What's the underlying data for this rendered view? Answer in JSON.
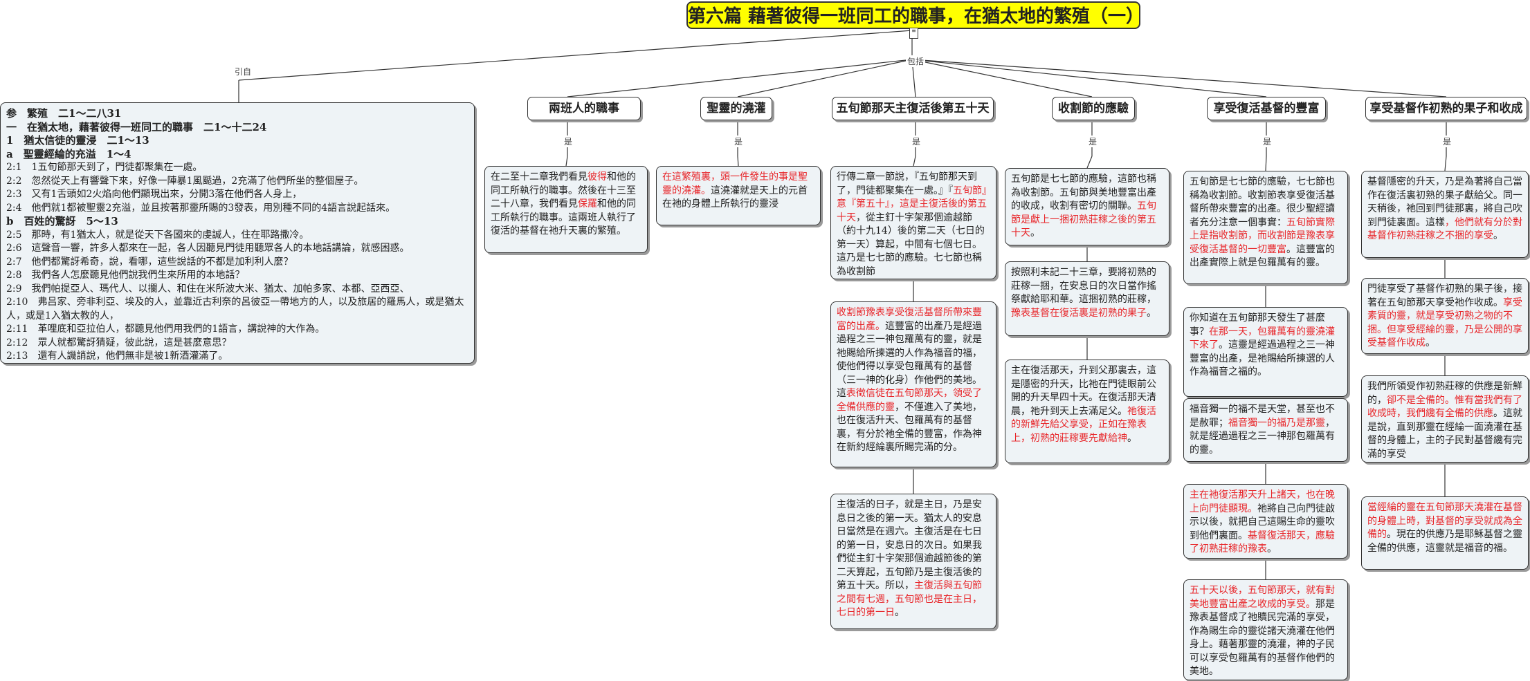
{
  "title": "第六篇 藉著彼得一班同工的職事，在猶太地的繁殖（一）",
  "edge_labels": {
    "yinzi": "引自",
    "baokuo": "包括",
    "shi": "是"
  },
  "summary": {
    "lines": [
      {
        "t": "参　繁殖　二1～二八31",
        "bold": true
      },
      {
        "t": "一　在猶太地，藉著彼得一班同工的職事　二1～十二24",
        "bold": true
      },
      {
        "t": "1　猶太信徒的靈浸　二1～13",
        "bold": true
      },
      {
        "t": "a　聖靈經綸的充溢　1～4",
        "bold": true
      },
      {
        "t": "2:1　1五旬節那天到了，門徒都聚集在一處。"
      },
      {
        "t": "2:2　忽然從天上有響聲下來，好像一陣暴1風颳過，2充滿了他們所坐的整個屋子。"
      },
      {
        "t": "2:3　又有1舌頭如2火焰向他們顯現出來，分開3落在他們各人身上，"
      },
      {
        "t": "2:4　他們就1都被聖靈2充溢，並且按著那靈所賜的3發表，用別種不同的4語言說起話來。"
      },
      {
        "t": "b　百姓的驚訝　5～13",
        "bold": true
      },
      {
        "t": "2:5　那時，有1猶太人，就是從天下各國來的虔誠人，住在耶路撒冷。"
      },
      {
        "t": "2:6　這聲音一響，許多人都來在一起，各人因聽見門徒用聽眾各人的本地話講論，就感困惑。"
      },
      {
        "t": "2:7　他們都驚訝希奇，說，看哪，這些說話的不都是加利利人麼？"
      },
      {
        "t": "2:8　我們各人怎麼聽見他們說我們生來所用的本地話？"
      },
      {
        "t": "2:9　我們帕提亞人、瑪代人、以攔人、和住在米所波大米、猶太、加帕多家、本都、亞西亞、"
      },
      {
        "t": "2:10　弗吕家、旁非利亞、埃及的人，並靠近古利奈的呂彼亞一帶地方的人，以及旅居的羅馬人，或是猶太人，或是1入猶太教的人，",
        "wrap": true
      },
      {
        "t": "2:11　革哩底和亞拉伯人，都聽見他們用我們的1語言，講說神的大作為。"
      },
      {
        "t": "2:12　眾人就都驚訝猜疑，彼此說，這是甚麼意思？"
      },
      {
        "t": "2:13　還有人譏誚說，他們無非是被1新酒灌滿了。"
      }
    ]
  },
  "branches": [
    {
      "label": "兩班人的職事",
      "cards": [
        [
          [
            "在二至十二章我們看見",
            ""
          ],
          [
            "彼得",
            "red"
          ],
          [
            "和他的同工所執行的職事。然後在十三至二十八章，我們看見",
            ""
          ],
          [
            "保羅",
            "red"
          ],
          [
            "和他的同工所執行的職事。這兩班人執行了復活的基督在祂升天裏的繁殖。",
            ""
          ]
        ]
      ]
    },
    {
      "label": "聖靈的澆灌",
      "cards": [
        [
          [
            "在這繁殖裏，頭一件發生的事是聖靈的澆灌。",
            "red"
          ],
          [
            "這澆灌就是天上的元首在祂的身體上所執行的靈浸",
            ""
          ]
        ]
      ]
    },
    {
      "label": "五旬節那天主復活後第五十天",
      "cards": [
        [
          [
            "行傳二章一節說，『五旬節那天到了，門徒都聚集在一處。』『",
            ""
          ],
          [
            "五旬節』意『第五十』，這是主復活後的第五十天",
            "red"
          ],
          [
            "，從主釘十字架那個逾越節（約十九14）後的第二天（七日的第一天）算起，中間有七個七日。這乃是七七節的應驗。七七節也稱為收割節",
            ""
          ]
        ],
        [
          [
            "收割節豫表享受復活基督所帶來豐富的出產。",
            "red"
          ],
          [
            "這豐富的出產乃是經過過程之三一神包羅萬有的靈，就是祂賜給所揀選的人作為福音的福，使他們得以享受包羅萬有的基督（三一神的化身）作他們的美地。這",
            ""
          ],
          [
            "表徵信徒在五旬節那天，領受了全備供應的靈",
            "red"
          ],
          [
            "，不僅進入了美地，也在復活升天、包羅萬有的基督裏，有分於祂全備的豐富，作為神在新約經綸裏所賜完滿的分。",
            ""
          ]
        ],
        [
          [
            "主復活的日子，就是主日，乃是安息日之後的第一天。猶太人的安息日當然是在週六。主復活是在七日的第一日，安息日的次日。如果我們從主釘十字架那個逾越節後的第二天算起，五旬節乃是主復活後的第五十天。所以，",
            ""
          ],
          [
            "主復活與五旬節之間有七週，五旬節也是在主日，七日的第一日",
            "red"
          ],
          [
            "。",
            ""
          ]
        ]
      ]
    },
    {
      "label": "收割節的應驗",
      "cards": [
        [
          [
            "五旬節是七七節的應驗，這節也稱為收割節。五旬節與美地豐富出產的收成，收割有密切的關聯。",
            ""
          ],
          [
            "五旬節是獻上一捆初熟莊稼之後的第五十天",
            "red"
          ],
          [
            "。",
            ""
          ]
        ],
        [
          [
            "按照利未記二十三章，要將初熟的莊稼一捆，在安息日的次日當作搖祭獻給耶和華。這捆初熟的莊稼，",
            ""
          ],
          [
            "豫表基督在復活裏是初熟的果子",
            "red"
          ],
          [
            "。",
            ""
          ]
        ],
        [
          [
            "主在復活那天，升到父那裏去，這是隱密的升天，比祂在門徒眼前公開的升天早四十天。在復活那天清晨，祂升到天上去滿足父。",
            ""
          ],
          [
            "祂復活的新鮮先給父享受，正如在豫表上，初熟的莊稼要先獻給神",
            "red"
          ],
          [
            "。",
            ""
          ]
        ]
      ]
    },
    {
      "label": "享受復活基督的豐富",
      "cards": [
        [
          [
            "五旬節是七七節的應驗，七七節也稱為收割節。收割節表享受復活基督所帶來豐富的出產。很少聖經讀者充分注意一個事實：",
            ""
          ],
          [
            "五旬節實際上是指收割節，而收割節是豫表享受復活基督的一切豐富",
            "red"
          ],
          [
            "。這豐富的出產實際上就是包羅萬有的靈。",
            ""
          ]
        ],
        [
          [
            "你知道在五旬節那天發生了甚麼事？",
            ""
          ],
          [
            "在那一天，包羅萬有的靈澆灌下來了",
            "red"
          ],
          [
            "。這靈是經過過程之三一神豐富的出產，是祂賜給所揀選的人作為福音之福的。",
            ""
          ]
        ],
        [
          [
            "福音獨一的福不是天堂，甚至也不是赦罪；",
            ""
          ],
          [
            "福音獨一的福乃是那靈",
            "red"
          ],
          [
            "，就是經過過程之三一神那包羅萬有的靈。",
            ""
          ]
        ],
        [
          [
            "主在祂復活那天升上諸天，也在晚上向門徒顯現。",
            "red"
          ],
          [
            "祂將自己向門徒啟示以後，就把自己這賜生命的靈吹到他們裏面。",
            ""
          ],
          [
            "基督復活那天，應驗了初熟莊稼的豫表",
            "red"
          ],
          [
            "。",
            ""
          ]
        ],
        [
          [
            "五十天以後，五旬節那天，就有對美地豐富出產之收成的享受。",
            "red"
          ],
          [
            "那是豫表基督成了祂贖民完滿的享受，作為賜生命的靈從諸天澆灌在他們身上。藉著那靈的澆灌，神的子民可以享受包羅萬有的基督作他們的美地。",
            ""
          ]
        ]
      ]
    },
    {
      "label": "享受基督作初熟的果子和收成",
      "cards": [
        [
          [
            "基督隱密的升天，乃是為著將自己當作在復活裏初熟的果子獻給父。同一天稍後，祂回到門徒那裏，將自己吹到門徒裏面。這樣",
            ""
          ],
          [
            "，他們就有分於對基督作初熟莊稼之不捆的享受",
            "red"
          ],
          [
            "。",
            ""
          ]
        ],
        [
          [
            "門徒享受了基督作初熟的果子後，接著在五旬節那天享受祂作收成。",
            ""
          ],
          [
            "享受素質的靈，就是享受初熟之物的不捆。但享受經綸的靈，乃是公開的享受基督作收成",
            "red"
          ],
          [
            "。",
            ""
          ]
        ],
        [
          [
            "我們所領受作初熟莊稼的供應是新鮮的，",
            ""
          ],
          [
            "卻不是全備的。惟有當我們有了收成時，我們纔有全備的供應",
            "red"
          ],
          [
            "。這就是說，直到那靈在經綸一面澆灌在基督的身體上，主的子民對基督纔有完滿的享受",
            ""
          ]
        ],
        [
          [
            "當經綸的靈在五旬節那天澆灌在基督的身體上時，對基督的享受就成為全備的",
            "red"
          ],
          [
            "。現在的供應乃是耶穌基督之靈全備的供應，這靈就是福音的福。",
            ""
          ]
        ]
      ]
    }
  ]
}
